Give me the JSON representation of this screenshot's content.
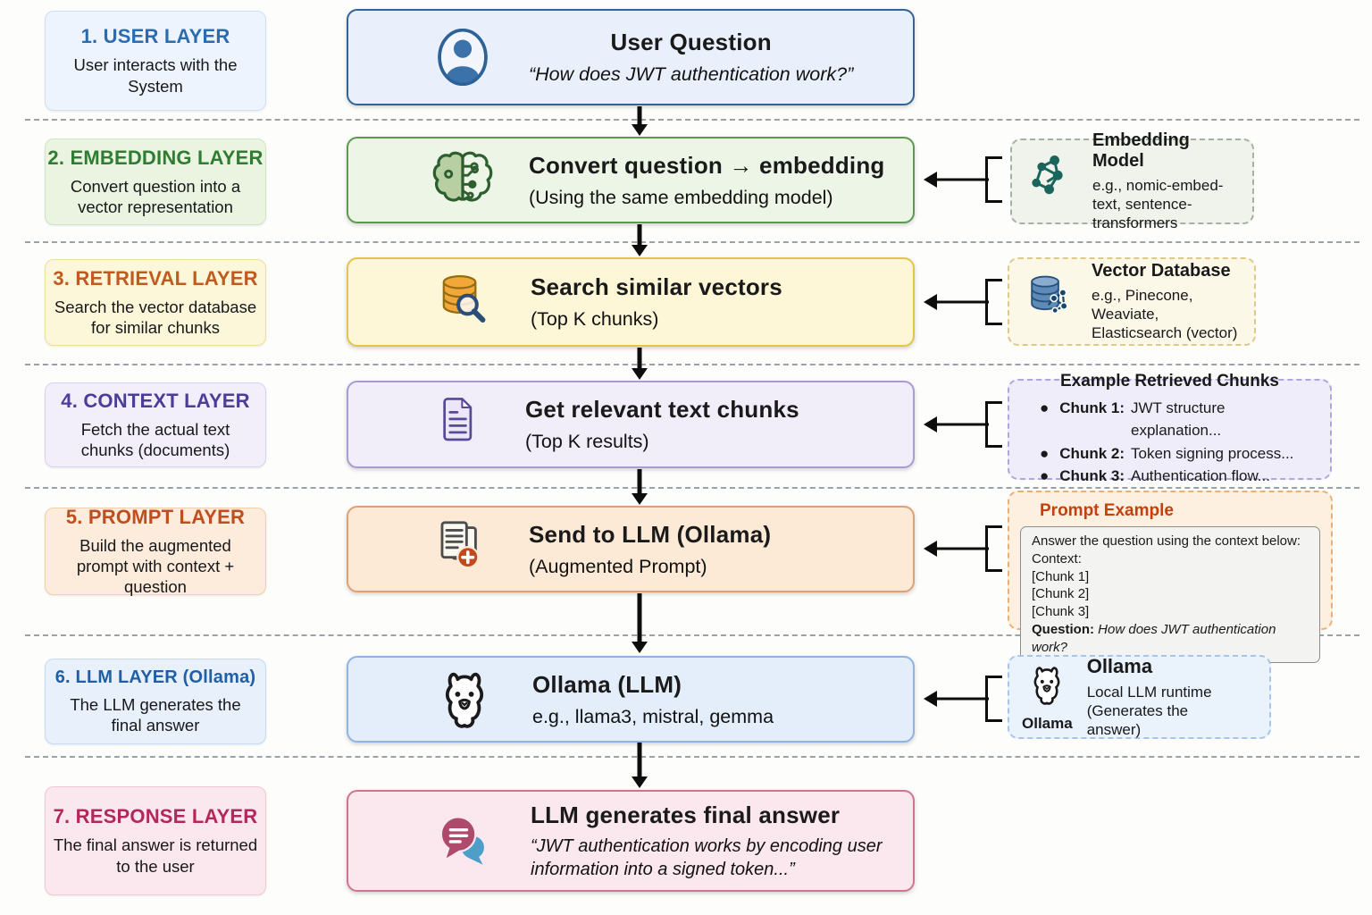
{
  "palette": {
    "user_accent": "#2b6cb0",
    "embedding_accent": "#2e7d32",
    "retrieval_accent": "#c05a1f",
    "context_accent": "#4c3d99",
    "prompt_accent": "#bf4e1f",
    "llm_accent": "#1f5fa8",
    "response_accent": "#b3275a",
    "arrow_color": "#0d0d0d"
  },
  "icons": {
    "row1": "user-icon",
    "row2_main": "brain-circuit-icon",
    "row2_side": "network-graph-icon",
    "row3_main": "database-search-icon",
    "row3_side": "vector-database-icon",
    "row4_main": "document-icon",
    "row5_main": "document-plus-icon",
    "row6_main": "llama-icon",
    "row6_side": "llama-icon",
    "row7_main": "chat-bubbles-icon"
  },
  "layers": [
    {
      "sidebar": {
        "title": "1. USER LAYER",
        "desc": "User interacts with the System"
      },
      "main": {
        "title": "User Question",
        "subtitle": "“How does JWT authentication work?”"
      }
    },
    {
      "sidebar": {
        "title": "2. EMBEDDING LAYER",
        "desc": "Convert question into a vector representation"
      },
      "main": {
        "title": "Convert question → embedding",
        "subtitle": "(Using the same embedding model)"
      },
      "side": {
        "title": "Embedding Model",
        "desc": "e.g., nomic-embed-text, sentence-transformers"
      }
    },
    {
      "sidebar": {
        "title": "3. RETRIEVAL LAYER",
        "desc": "Search the vector database for similar chunks"
      },
      "main": {
        "title": "Search similar vectors",
        "subtitle": "(Top K chunks)"
      },
      "side": {
        "title": "Vector Database",
        "desc": "e.g., Pinecone, Weaviate, Elasticsearch (vector)"
      }
    },
    {
      "sidebar": {
        "title": "4. CONTEXT LAYER",
        "desc": "Fetch the actual text chunks (documents)"
      },
      "main": {
        "title": "Get relevant text chunks",
        "subtitle": "(Top K results)"
      },
      "side": {
        "title": "Example Retrieved Chunks",
        "bullets": [
          {
            "label": "Chunk 1:",
            "text": "JWT structure explanation..."
          },
          {
            "label": "Chunk 2:",
            "text": "Token signing process..."
          },
          {
            "label": "Chunk 3:",
            "text": "Authentication flow..."
          }
        ]
      }
    },
    {
      "sidebar": {
        "title": "5. PROMPT LAYER",
        "desc": "Build the augmented prompt with context + question"
      },
      "main": {
        "title": "Send to LLM (Ollama)",
        "subtitle": "(Augmented Prompt)"
      },
      "side": {
        "title": "Prompt Example",
        "prompt_lines": [
          "Answer the question using the context below:",
          "Context:",
          "[Chunk 1]",
          "[Chunk 2]",
          "[Chunk 3]"
        ],
        "question_label": "Question:",
        "question_text": "How does JWT authentication work?"
      }
    },
    {
      "sidebar": {
        "title": "6. LLM LAYER (Ollama)",
        "desc": "The LLM generates the final answer"
      },
      "main": {
        "title": "Ollama (LLM)",
        "subtitle": "e.g., llama3, mistral, gemma"
      },
      "side": {
        "title": "Ollama",
        "desc": "Local LLM runtime (Generates the answer)",
        "icon_label": "Ollama"
      }
    },
    {
      "sidebar": {
        "title": "7. RESPONSE LAYER",
        "desc": "The final answer is returned to the user"
      },
      "main": {
        "title": "LLM generates final answer",
        "subtitle": "“JWT authentication works by encoding user information into a signed token...”"
      }
    }
  ]
}
